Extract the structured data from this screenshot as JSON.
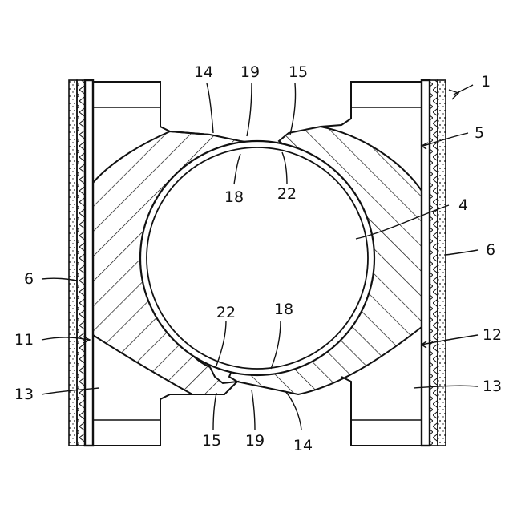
{
  "diagram": {
    "labels": {
      "l1": "1",
      "l4": "4",
      "l5": "5",
      "l6_left": "6",
      "l6_right": "6",
      "l11": "11",
      "l12": "12",
      "l13_left": "13",
      "l13_right": "13",
      "l14_top": "14",
      "l14_bottom": "14",
      "l15_top": "15",
      "l15_bottom": "15",
      "l18_top": "18",
      "l18_bottom": "18",
      "l19_top": "19",
      "l19_bottom": "19",
      "l22_top": "22",
      "l22_bottom": "22"
    }
  }
}
